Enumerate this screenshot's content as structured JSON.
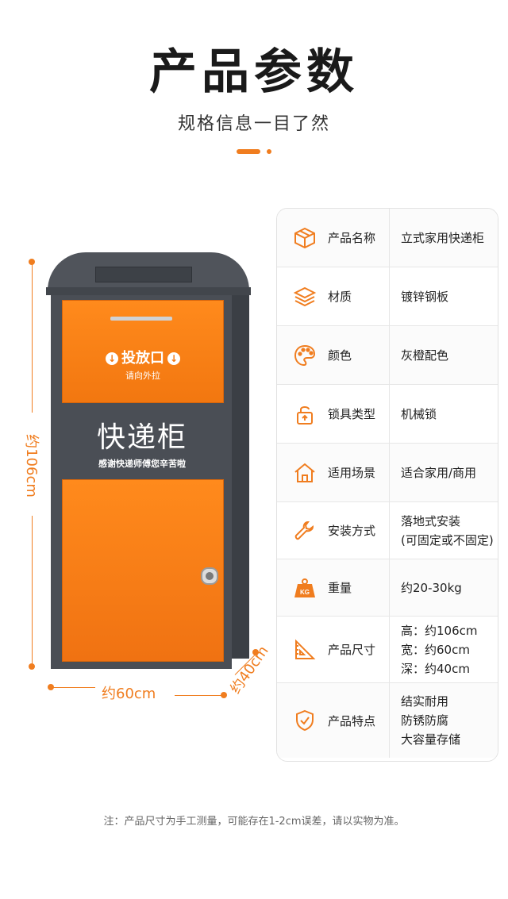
{
  "header": {
    "title": "产品参数",
    "subtitle": "规格信息一目了然",
    "accent_color": "#f07d1f"
  },
  "cabinet": {
    "drop_label": "投放口",
    "drop_sub": "请向外拉",
    "name": "快递柜",
    "thanks": "感谢快递师傅您辛苦啦",
    "dim_height": "约106cm",
    "dim_width": "约60cm",
    "dim_depth": "约40cm"
  },
  "specs": [
    {
      "icon": "box-icon",
      "label": "产品名称",
      "values": [
        "立式家用快递柜"
      ]
    },
    {
      "icon": "layers-icon",
      "label": "材质",
      "values": [
        "镀锌钢板"
      ]
    },
    {
      "icon": "palette-icon",
      "label": "颜色",
      "values": [
        "灰橙配色"
      ]
    },
    {
      "icon": "lock-icon",
      "label": "锁具类型",
      "values": [
        "机械锁"
      ]
    },
    {
      "icon": "house-icon",
      "label": "适用场景",
      "values": [
        "适合家用/商用"
      ]
    },
    {
      "icon": "wrench-icon",
      "label": "安装方式",
      "values": [
        "落地式安装",
        "(可固定或不固定)"
      ]
    },
    {
      "icon": "weight-icon",
      "label": "重量",
      "values": [
        "约20-30kg"
      ]
    },
    {
      "icon": "ruler-icon",
      "label": "产品尺寸",
      "values": [
        "高：约106cm",
        "宽：约60cm",
        "深：约40cm"
      ]
    },
    {
      "icon": "shield-check-icon",
      "label": "产品特点",
      "values": [
        "结实耐用",
        "防锈防腐",
        "大容量存储"
      ]
    }
  ],
  "weight_badge": "KG",
  "footnote": "注：产品尺寸为手工测量，可能存在1-2cm误差，请以实物为准。"
}
